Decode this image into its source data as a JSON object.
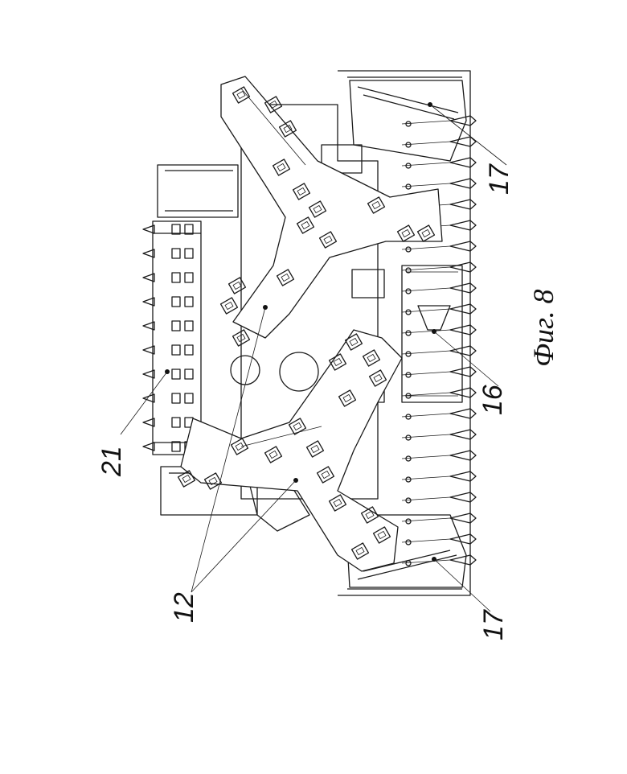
{
  "figure": {
    "caption": "Фиг. 8",
    "labels": {
      "l21": "21",
      "l12": "12",
      "l16": "16",
      "l17a": "17",
      "l17b": "17"
    }
  }
}
